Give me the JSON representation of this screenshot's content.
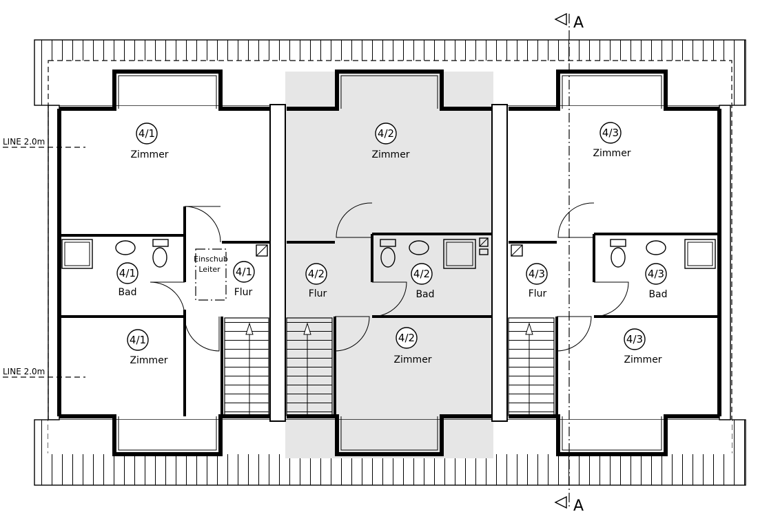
{
  "section_marker": "A",
  "line_label": "LINE 2.0m",
  "units": {
    "u1": {
      "id": "4/1",
      "zimmer": "Zimmer",
      "bad": "Bad",
      "flur": "Flur"
    },
    "u2": {
      "id": "4/2",
      "zimmer": "Zimmer",
      "bad": "Bad",
      "flur": "Flur"
    },
    "u3": {
      "id": "4/3",
      "zimmer": "Zimmer",
      "bad": "Bad",
      "flur": "Flur"
    }
  },
  "hatch": {
    "line1": "Einschub",
    "line2": "Leiter"
  },
  "colors": {
    "shaded_unit": "#e6e6e6",
    "lines": "#000000"
  }
}
